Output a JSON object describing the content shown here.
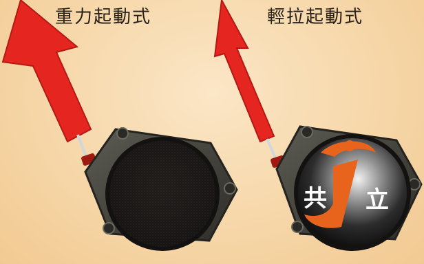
{
  "labels": {
    "left": "重力起動式",
    "right": "輕拉起動式"
  },
  "logo": {
    "text_left": "共",
    "text_right": "立"
  },
  "colors": {
    "background": "#f6d7a9",
    "arrow_red": "#e52620",
    "housing": "#3b3a34",
    "lens_dark": "#1d1a18",
    "logo_orange": "#e8641c"
  }
}
